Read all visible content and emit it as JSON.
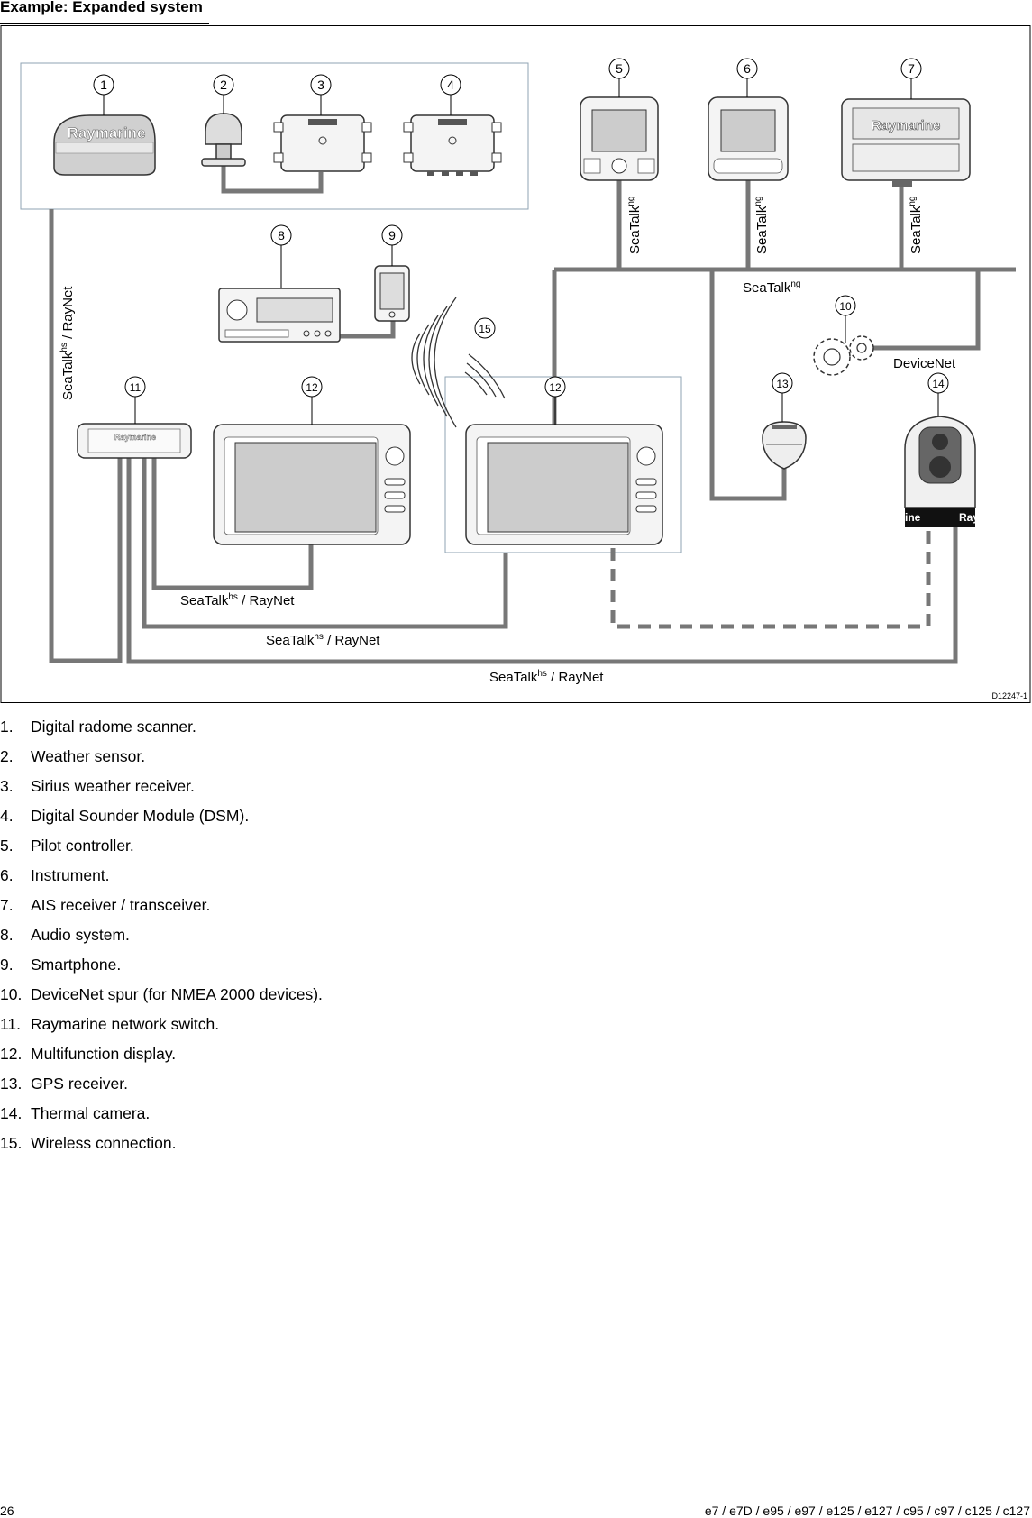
{
  "page": {
    "heading": "Example:  Expanded system",
    "page_number": "26",
    "footer_models": "e7 / e7D / e95 / e97 / e125 / e127 / c95 / c97 / c125 / c127"
  },
  "figure": {
    "drawing_id": "D12247-1",
    "callouts": [
      "1",
      "2",
      "3",
      "4",
      "5",
      "6",
      "7",
      "8",
      "9",
      "10",
      "11",
      "12",
      "12",
      "13",
      "14",
      "15"
    ],
    "device_brand_text": "Raymarine",
    "cables": {
      "seatalk_ng_prefix": "SeaTalk",
      "seatalk_ng_sup": "ng",
      "seatalk_hs_prefix": "SeaTalk",
      "seatalk_hs_sup": "hs",
      "raynet_suffix": " / RayNet",
      "devicenet": "DeviceNet"
    }
  },
  "legend": [
    {
      "num": "1.",
      "text": "Digital radome scanner."
    },
    {
      "num": "2.",
      "text": "Weather sensor."
    },
    {
      "num": "3.",
      "text": "Sirius weather receiver."
    },
    {
      "num": "4.",
      "text": "Digital Sounder Module (DSM)."
    },
    {
      "num": "5.",
      "text": "Pilot controller."
    },
    {
      "num": "6.",
      "text": "Instrument."
    },
    {
      "num": "7.",
      "text": "AIS receiver / transceiver."
    },
    {
      "num": "8.",
      "text": "Audio system."
    },
    {
      "num": "9.",
      "text": "Smartphone."
    },
    {
      "num": "10.",
      "text": "DeviceNet spur (for NMEA 2000 devices)."
    },
    {
      "num": "11.",
      "text": "Raymarine network switch."
    },
    {
      "num": "12.",
      "text": "Multifunction display."
    },
    {
      "num": "13.",
      "text": "GPS receiver."
    },
    {
      "num": "14.",
      "text": "Thermal camera."
    },
    {
      "num": "15.",
      "text": "Wireless connection."
    }
  ]
}
